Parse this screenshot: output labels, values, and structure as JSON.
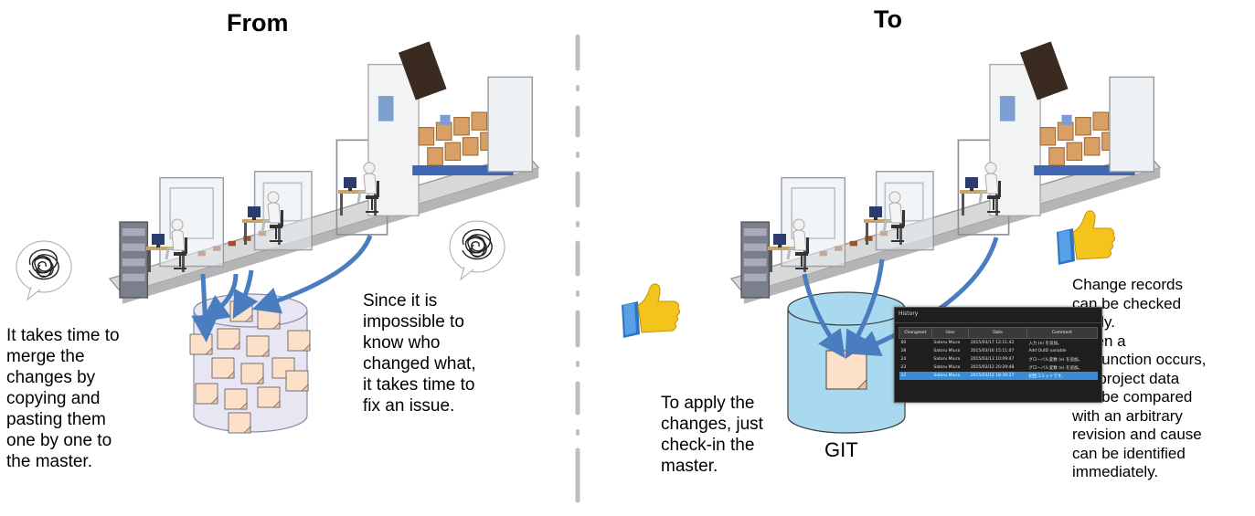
{
  "left_panel": {
    "title": "From",
    "caption_left": "It takes time to\nmerge the\nchanges by\ncopying and\npasting them\none by one to\nthe master.",
    "caption_right": "Since it is\nimpossible to\nknow who\nchanged what,\nit takes time to\nfix an issue."
  },
  "right_panel": {
    "title": "To",
    "caption_left": "To apply the\nchanges, just\ncheck-in the\nmaster.",
    "git_label": "GIT",
    "caption_right": "Change records\ncan be checked\neasily.\nWhen a\nmalfunction occurs,\nthe project data\ncan be compared\nwith an arbitrary\nrevision and cause\ncan be identified\nimmediately."
  },
  "history_window": {
    "title": "History",
    "columns": [
      "Changeset",
      "User",
      "Date",
      "Comment"
    ],
    "rows": [
      {
        "changeset": "60",
        "user": "Satoru Miura",
        "date": "2015/03/17 12:11:42",
        "comment": "入力 (e) を追加。"
      },
      {
        "changeset": "28",
        "user": "Satoru Miura",
        "date": "2015/03/16 15:11:07",
        "comment": "Add OutD variable"
      },
      {
        "changeset": "24",
        "user": "Satoru Miura",
        "date": "2015/03/13 10:09:47",
        "comment": "グローバル変数 (e) を追加。"
      },
      {
        "changeset": "23",
        "user": "Satoru Miura",
        "date": "2015/03/12 20:29:48",
        "comment": "グローバル変数 (e) を追加。"
      },
      {
        "changeset": "22",
        "user": "Satoru Miura",
        "date": "2015/03/12 18:30:27",
        "comment": "初回コミットです。"
      }
    ]
  },
  "colors": {
    "arrow": "#4a7dc0",
    "note_fill": "#fde0c8",
    "db_left_fill": "#e8e6f3",
    "db_right_fill": "#a9d9ee",
    "divider": "#bfbfbf",
    "history_bg": "#1e1e1e",
    "history_selected": "#3a8bd6"
  },
  "icons": [
    "tangled-thought-bubble-icon",
    "thumbs-up-icon",
    "factory-line-illustration",
    "worker-at-desk-icon",
    "database-cylinder-icon",
    "sticky-note-icon",
    "history-window-icon"
  ]
}
